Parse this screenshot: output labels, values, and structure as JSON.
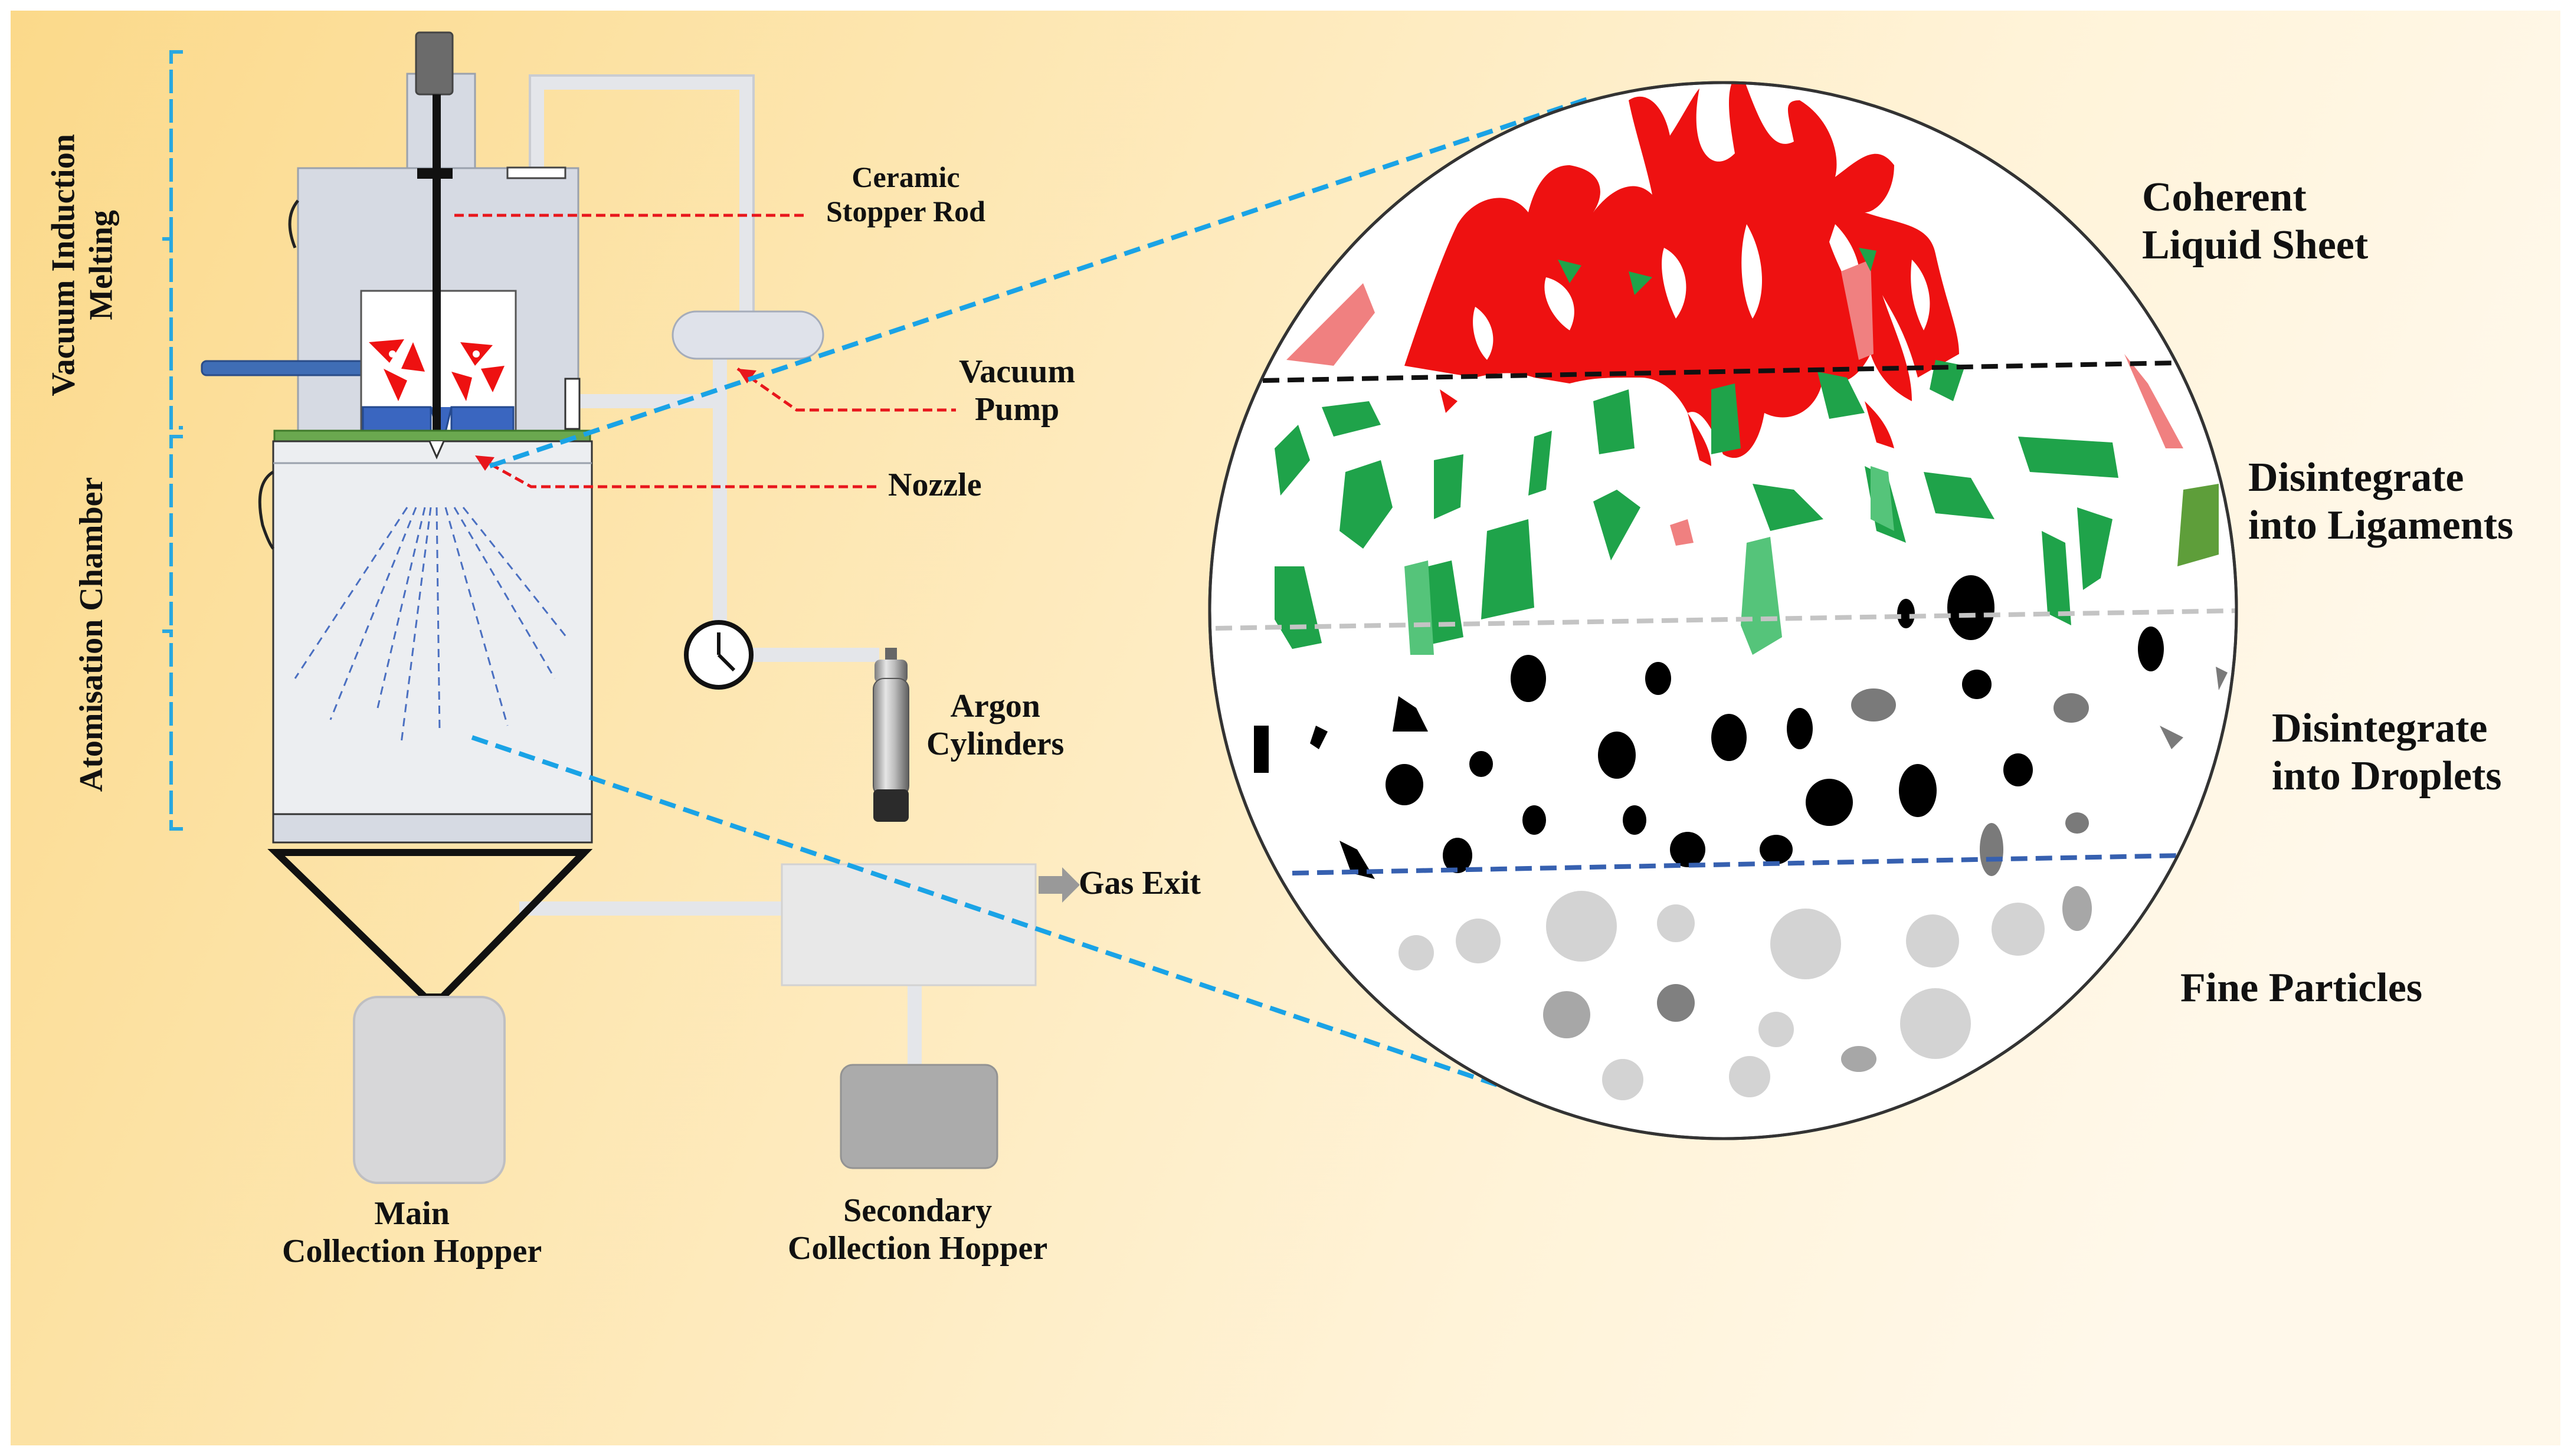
{
  "labels": {
    "vacuum_induction_melting": [
      "Vacuum Induction",
      "Melting"
    ],
    "atomisation_chamber": "Atomisation Chamber",
    "ceramic_stopper_rod": [
      "Ceramic",
      "Stopper Rod"
    ],
    "vacuum_pump": [
      "Vacuum",
      "Pump"
    ],
    "nozzle": "Nozzle",
    "argon_cylinders": [
      "Argon",
      "Cylinders"
    ],
    "gas_exit": "Gas Exit",
    "main_collection_hopper": [
      "Main",
      "Collection Hopper"
    ],
    "secondary_collection_hopper": [
      "Secondary",
      "Collection Hopper"
    ]
  },
  "stages": [
    {
      "id": "coherent",
      "lines": [
        "Coherent",
        "Liquid Sheet"
      ],
      "color": "#ee1111"
    },
    {
      "id": "ligaments",
      "lines": [
        "Disintegrate",
        "into Ligaments"
      ],
      "color": "#1fa34a"
    },
    {
      "id": "droplets",
      "lines": [
        "Disintegrate",
        "into Droplets"
      ],
      "color": "#000000"
    },
    {
      "id": "fine",
      "lines": [
        "Fine Particles"
      ],
      "color": "#cccccc"
    }
  ],
  "colors": {
    "background_left": "#fbd98a",
    "background_right": "#fff8ea",
    "bracket": "#29a8e0",
    "zoom_line": "#1aa3e6",
    "pointer_line": "#e8161c",
    "molten_metal": "#ee1111",
    "crucible": "#3a66c0",
    "secondary_hopper": "#ababab",
    "main_hopper": "#d7d7d9"
  }
}
